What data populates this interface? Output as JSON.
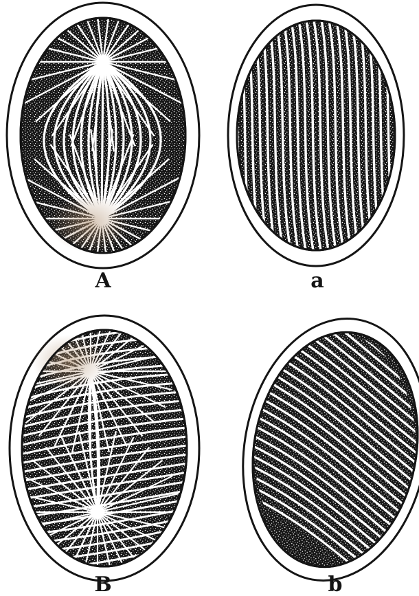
{
  "figure": {
    "panels": [
      {
        "id": "A",
        "label": "A",
        "pattern": "bipolar-spindle-fibres"
      },
      {
        "id": "a",
        "label": "a",
        "pattern": "parallel-striations-vertical"
      },
      {
        "id": "B",
        "label": "B",
        "pattern": "bipolar-spindle-offset-poles"
      },
      {
        "id": "b",
        "label": "b",
        "pattern": "parallel-striations-oblique"
      }
    ],
    "colors": {
      "ink": "#151515",
      "paper": "#ffffff",
      "stipple": "#3a3a3a",
      "stain": "#b09070"
    }
  }
}
